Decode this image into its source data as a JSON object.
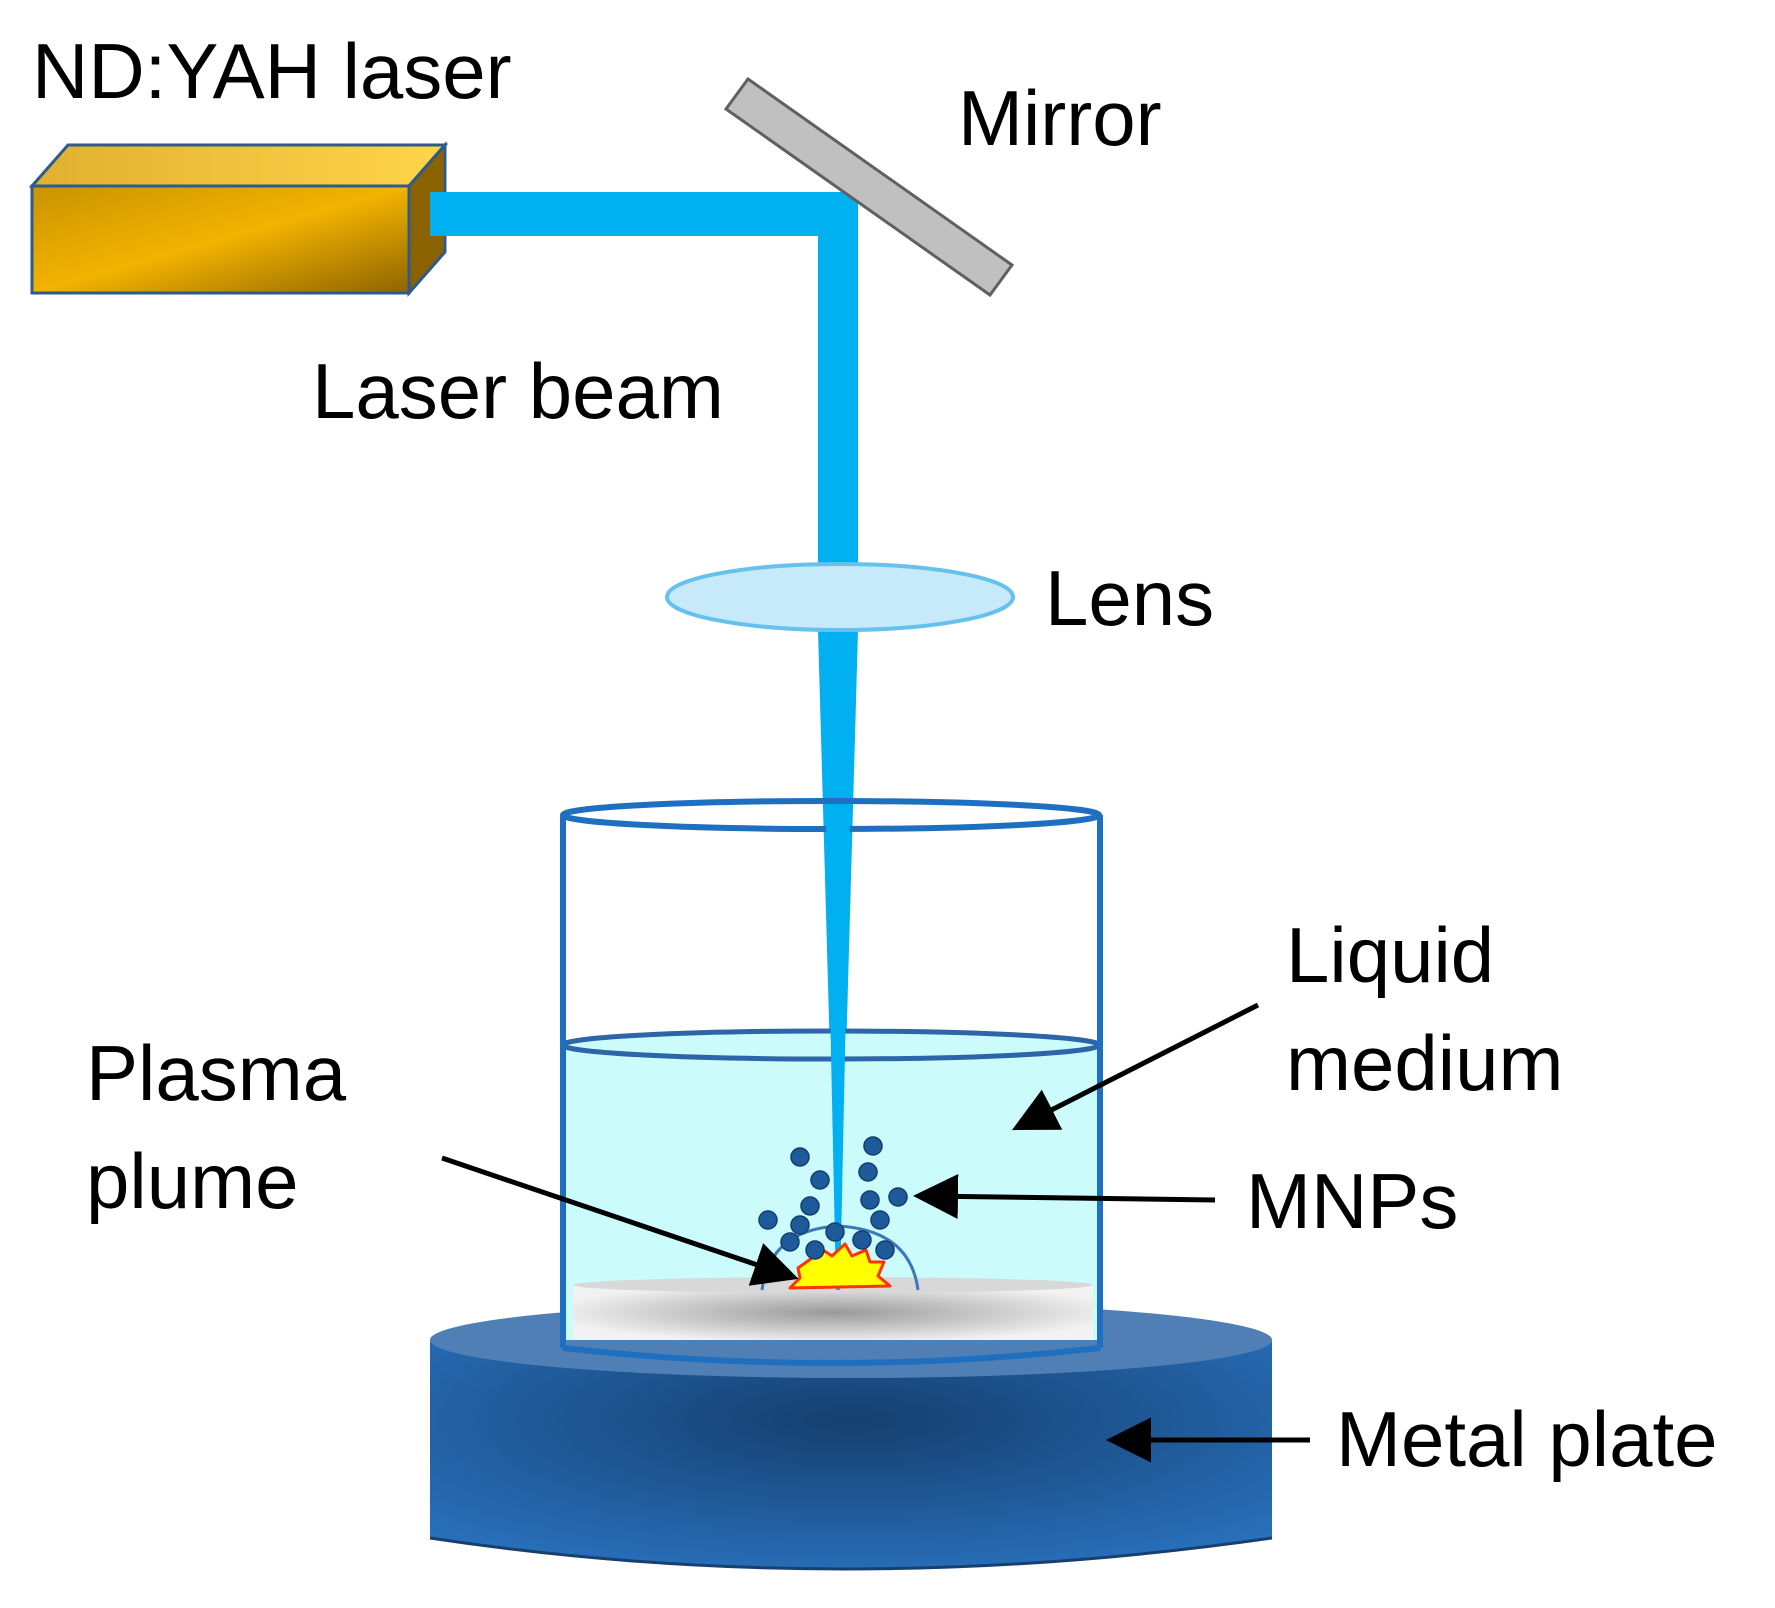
{
  "labels": {
    "laser": "ND:YAH laser",
    "mirror": "Mirror",
    "laser_beam": "Laser beam",
    "lens": "Lens",
    "liquid_line1": "Liquid",
    "liquid_line2": "medium",
    "plasma_line1": "Plasma",
    "plasma_line2": "plume",
    "mnps": "MNPs",
    "metal_plate": "Metal plate"
  },
  "colors": {
    "laser_body": "#E8A800",
    "laser_outline": "#2E5A8C",
    "beam": "#00B0F0",
    "mirror": "#C0C0C0",
    "lens": "#C6EAFA",
    "liquid": "#CCFBFC",
    "beaker_outline": "#1F6FC0",
    "plate": "#1F5E9E",
    "particle": "#1E5A9A",
    "plasma": "#FFFF00",
    "arrow": "#000000"
  }
}
